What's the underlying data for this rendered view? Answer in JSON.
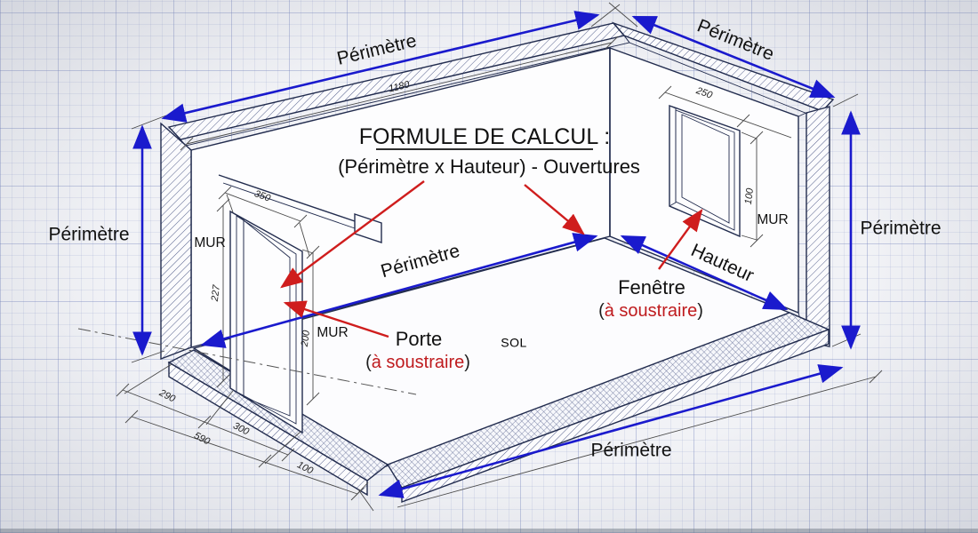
{
  "formula": {
    "title": "FORMULE DE CALCUL",
    "colon": " :",
    "line2": "(Périmètre x Hauteur) - Ouvertures"
  },
  "labels": {
    "perimetre": "Périmètre",
    "hauteur": "Hauteur",
    "mur": "MUR",
    "sol": "SOL"
  },
  "openings": {
    "door": {
      "label": "Porte",
      "note_open": "(",
      "note": "à soustraire",
      "note_close": ")"
    },
    "window": {
      "label": "Fenêtre",
      "note_open": "(",
      "note": "à soustraire",
      "note_close": ")"
    }
  },
  "dimensions": {
    "top_wall": "1180",
    "window_width": "250",
    "window_height": "100",
    "door_width": "350",
    "door_height_outer": "227",
    "door_height_inner": "200",
    "base_seg1": "290",
    "base_seg2": "300",
    "base_seg3": "100",
    "base_total": "590"
  },
  "colors": {
    "arrow_blue": "#1a1acd",
    "arrow_red": "#cf1d1d",
    "line_dark": "#222c4e",
    "dim_gray": "#4a4a4a",
    "note_red": "#bf1b1e",
    "text_dark": "#111111"
  }
}
